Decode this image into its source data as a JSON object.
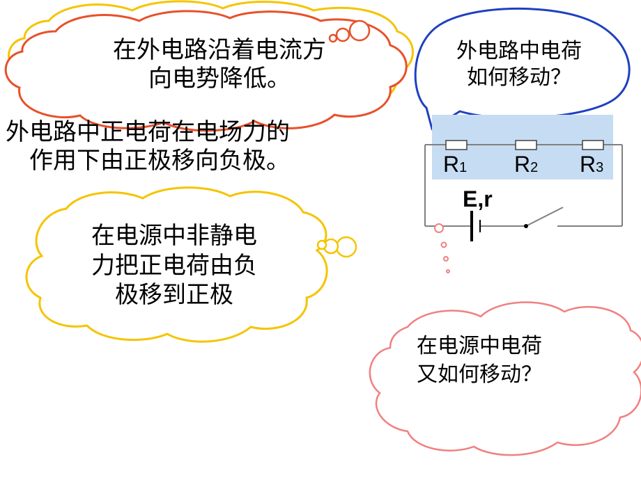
{
  "cloud_top": {
    "line1": "在外电路沿着电流方",
    "line2": "向电势降低。"
  },
  "statement": {
    "line1": "外电路中正电荷在电场力的",
    "line2": "作用下由正极移向负极。"
  },
  "cloud_left": {
    "line1": "在电源中非静电",
    "line2": "力把正电荷由负",
    "line3": "极移到正极"
  },
  "bubble_question": {
    "line1": "外电路中电荷",
    "line2": "如何移动？"
  },
  "cloud_question": {
    "line1": "在电源中电荷",
    "line2": "又如何移动？"
  },
  "circuit": {
    "r1_main": "R",
    "r1_sub": "1",
    "r2_main": "R",
    "r2_sub": "2",
    "r3_main": "R",
    "r3_sub": "3",
    "source_label": "E,r"
  },
  "colors": {
    "cloud_top_border": "#e8502a",
    "cloud_top_outer": "#f5c400",
    "cloud_left_border": "#f5c400",
    "bubble_border": "#1e40c0",
    "cloud_question_border": "#f08080",
    "circuit_highlight": "#c6dcf2"
  }
}
